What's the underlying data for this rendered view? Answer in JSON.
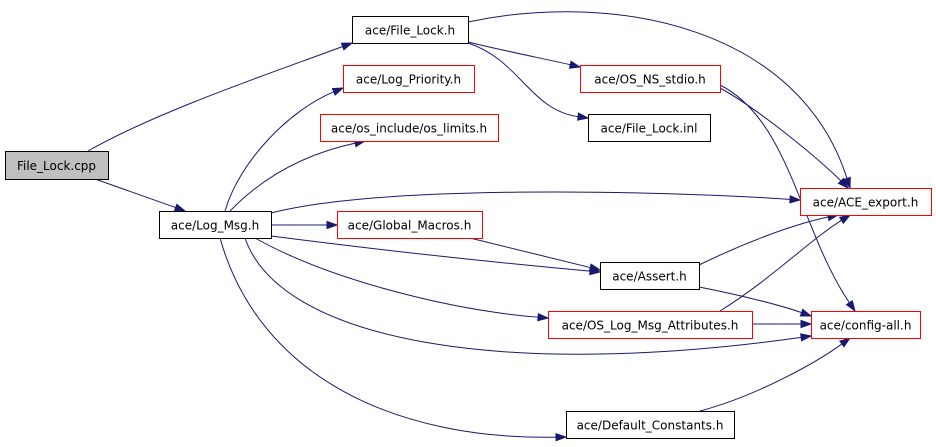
{
  "colors": {
    "edge": "#191970",
    "red_border": "#ff0000",
    "black_border": "#000000",
    "root_fill": "#bfbfbf"
  },
  "nodes": [
    {
      "id": "file_lock_cpp",
      "label": "File_Lock.cpp",
      "style": "root"
    },
    {
      "id": "file_lock_h",
      "label": "ace/File_Lock.h",
      "style": "black"
    },
    {
      "id": "log_priority_h",
      "label": "ace/Log_Priority.h",
      "style": "red"
    },
    {
      "id": "os_limits_h",
      "label": "ace/os_include/os_limits.h",
      "style": "red"
    },
    {
      "id": "log_msg_h",
      "label": "ace/Log_Msg.h",
      "style": "black"
    },
    {
      "id": "os_ns_stdio_h",
      "label": "ace/OS_NS_stdio.h",
      "style": "red"
    },
    {
      "id": "file_lock_inl",
      "label": "ace/File_Lock.inl",
      "style": "black"
    },
    {
      "id": "global_macros_h",
      "label": "ace/Global_Macros.h",
      "style": "red"
    },
    {
      "id": "assert_h",
      "label": "ace/Assert.h",
      "style": "black"
    },
    {
      "id": "os_log_msg_attr_h",
      "label": "ace/OS_Log_Msg_Attributes.h",
      "style": "red"
    },
    {
      "id": "default_constants_h",
      "label": "ace/Default_Constants.h",
      "style": "black"
    },
    {
      "id": "ace_export_h",
      "label": "ace/ACE_export.h",
      "style": "red"
    },
    {
      "id": "config_all_h",
      "label": "ace/config-all.h",
      "style": "red"
    }
  ],
  "edges": [
    {
      "from": "file_lock_cpp",
      "to": "file_lock_h"
    },
    {
      "from": "file_lock_cpp",
      "to": "log_msg_h"
    },
    {
      "from": "file_lock_h",
      "to": "os_ns_stdio_h"
    },
    {
      "from": "file_lock_h",
      "to": "file_lock_inl"
    },
    {
      "from": "file_lock_h",
      "to": "ace_export_h"
    },
    {
      "from": "os_ns_stdio_h",
      "to": "ace_export_h"
    },
    {
      "from": "os_ns_stdio_h",
      "to": "config_all_h"
    },
    {
      "from": "log_msg_h",
      "to": "log_priority_h"
    },
    {
      "from": "log_msg_h",
      "to": "os_limits_h"
    },
    {
      "from": "log_msg_h",
      "to": "ace_export_h"
    },
    {
      "from": "log_msg_h",
      "to": "global_macros_h"
    },
    {
      "from": "log_msg_h",
      "to": "assert_h"
    },
    {
      "from": "log_msg_h",
      "to": "os_log_msg_attr_h"
    },
    {
      "from": "log_msg_h",
      "to": "config_all_h"
    },
    {
      "from": "log_msg_h",
      "to": "default_constants_h"
    },
    {
      "from": "global_macros_h",
      "to": "assert_h"
    },
    {
      "from": "assert_h",
      "to": "ace_export_h"
    },
    {
      "from": "assert_h",
      "to": "config_all_h"
    },
    {
      "from": "os_log_msg_attr_h",
      "to": "ace_export_h"
    },
    {
      "from": "os_log_msg_attr_h",
      "to": "config_all_h"
    },
    {
      "from": "default_constants_h",
      "to": "config_all_h"
    }
  ]
}
